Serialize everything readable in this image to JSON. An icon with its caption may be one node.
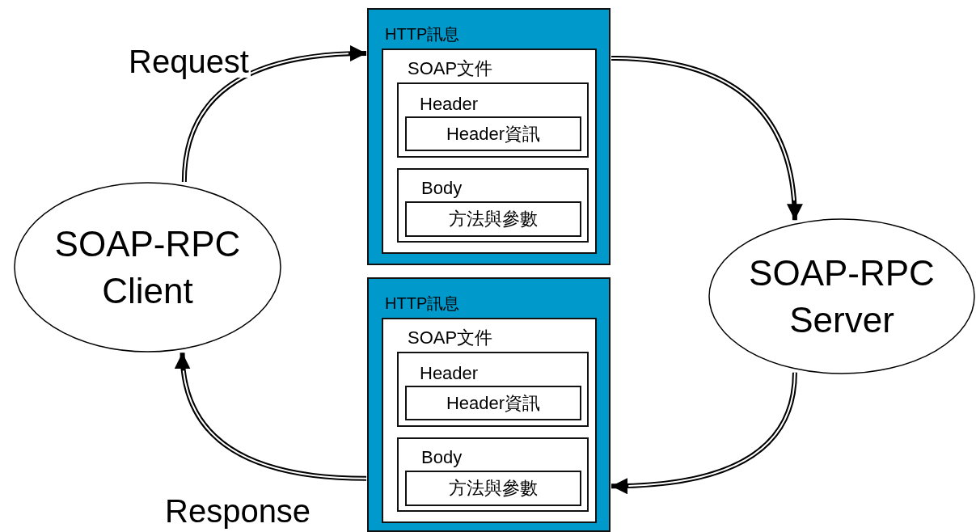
{
  "diagram": {
    "nodes": [
      {
        "text": [
          "SOAP-RPC Client"
        ]
      },
      {
        "text": [
          "HTTP訊息"
        ]
      },
      {
        "text": [
          "SOAP文件"
        ],
        "in": 1
      },
      {
        "text": [
          "Header"
        ],
        "in": 2
      },
      {
        "text": [
          "Header資訊"
        ],
        "in": 3
      },
      {
        "text": [
          "Body"
        ],
        "in": 2
      },
      {
        "text": [
          "方法與參數"
        ],
        "in": 5
      },
      {
        "text": [
          "SOAP-RPC Server"
        ]
      },
      {
        "text": [
          "HTTP訊息"
        ]
      },
      {
        "text": [
          "SOAP文件"
        ],
        "in": 8
      },
      {
        "text": [
          "Header"
        ],
        "in": 9
      },
      {
        "text": [
          "Header資訊"
        ],
        "in": 10
      },
      {
        "text": [
          "Body"
        ],
        "in": 9
      },
      {
        "text": [
          "方法與參數"
        ],
        "in": 12
      }
    ],
    "edges": [
      {
        "from": 0,
        "to": 1,
        "arrow": "to",
        "label": "Request"
      },
      {
        "from": 1,
        "to": 7,
        "arrow": "to"
      },
      {
        "from": 7,
        "to": 8,
        "arrow": "to"
      },
      {
        "from": 8,
        "to": 0,
        "arrow": "to",
        "label": "Response"
      }
    ]
  }
}
